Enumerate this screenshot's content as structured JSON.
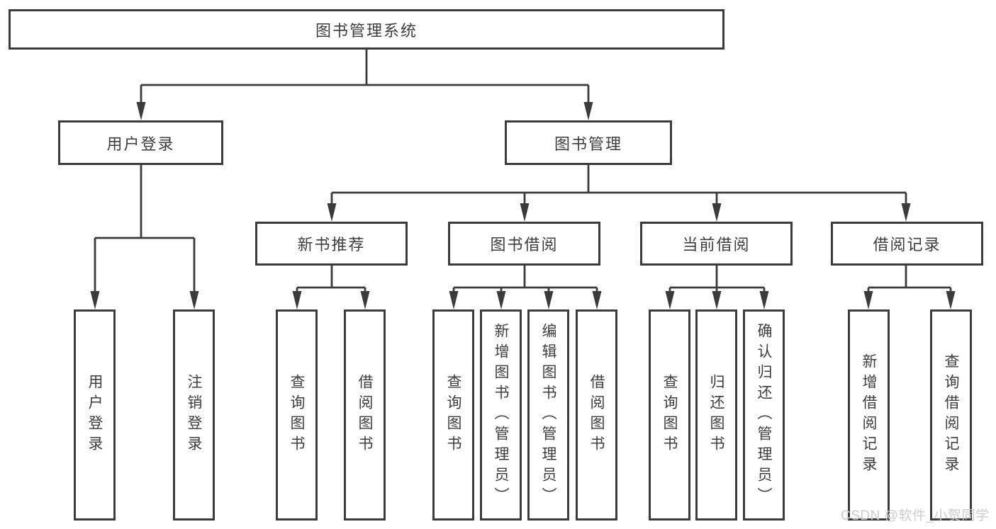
{
  "watermark": "CSDN @软件_小贺同学",
  "colors": {
    "line": "#3b3b3b",
    "text": "#3d3d3d",
    "background": "#ffffff",
    "watermark": "#cccccc"
  },
  "tree": {
    "label": "图书管理系统",
    "children": [
      {
        "label": "用户登录",
        "children": [
          {
            "label": "用户登录"
          },
          {
            "label": "注销登录"
          }
        ]
      },
      {
        "label": "图书管理",
        "children": [
          {
            "label": "新书推荐",
            "children": [
              {
                "label": "查询图书"
              },
              {
                "label": "借阅图书"
              }
            ]
          },
          {
            "label": "图书借阅",
            "children": [
              {
                "label": "查询图书"
              },
              {
                "label": "新增图书（管理员）"
              },
              {
                "label": "编辑图书（管理员）"
              },
              {
                "label": "借阅图书"
              }
            ]
          },
          {
            "label": "当前借阅",
            "children": [
              {
                "label": "查询图书"
              },
              {
                "label": "归还图书"
              },
              {
                "label": "确认归还（管理员）"
              }
            ]
          },
          {
            "label": "借阅记录",
            "children": [
              {
                "label": "新增借阅记录"
              },
              {
                "label": "查询借阅记录"
              }
            ]
          }
        ]
      }
    ]
  }
}
